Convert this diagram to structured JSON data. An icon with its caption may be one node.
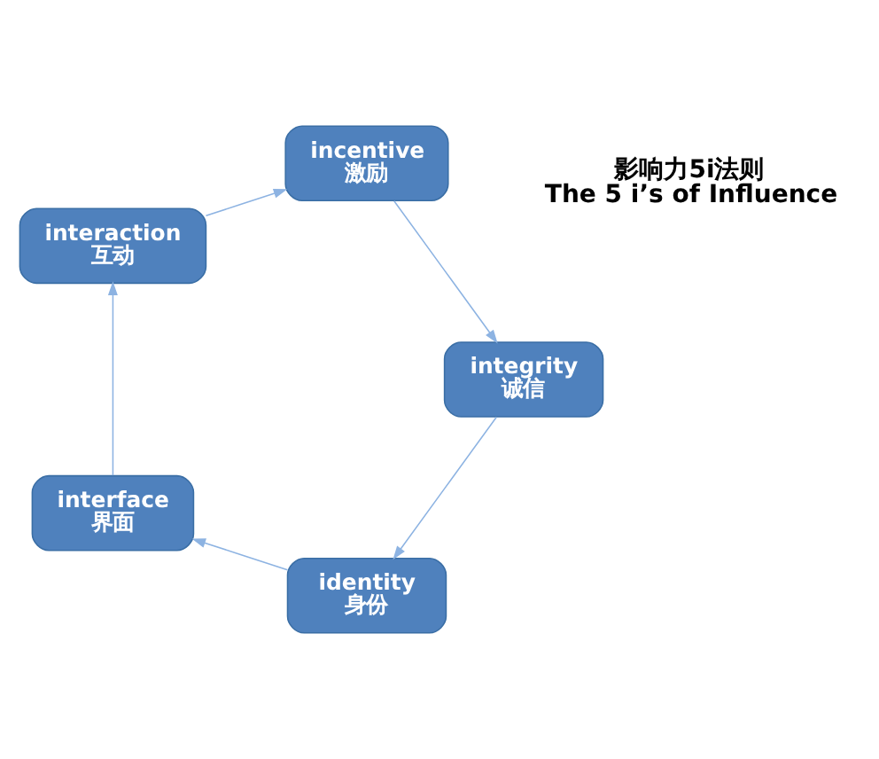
{
  "diagram": {
    "nodes": [
      {
        "text": [
          "identity",
          "身份"
        ]
      },
      {
        "text": [
          "interface",
          "界面"
        ]
      },
      {
        "text": [
          "interaction",
          "互动"
        ]
      },
      {
        "text": [
          "incentive",
          "激励"
        ]
      },
      {
        "text": [
          "integrity",
          "诚信"
        ]
      }
    ],
    "edges": [
      {
        "from": 0,
        "to": 1,
        "arrow": "to"
      },
      {
        "from": 1,
        "to": 2,
        "arrow": "to"
      },
      {
        "from": 2,
        "to": 3,
        "arrow": "to"
      },
      {
        "from": 3,
        "to": 4,
        "arrow": "to"
      },
      {
        "from": 4,
        "to": 0,
        "arrow": "to"
      }
    ],
    "labels": [
      "影响力5i法则",
      "The 5 i’s of Influence"
    ]
  }
}
